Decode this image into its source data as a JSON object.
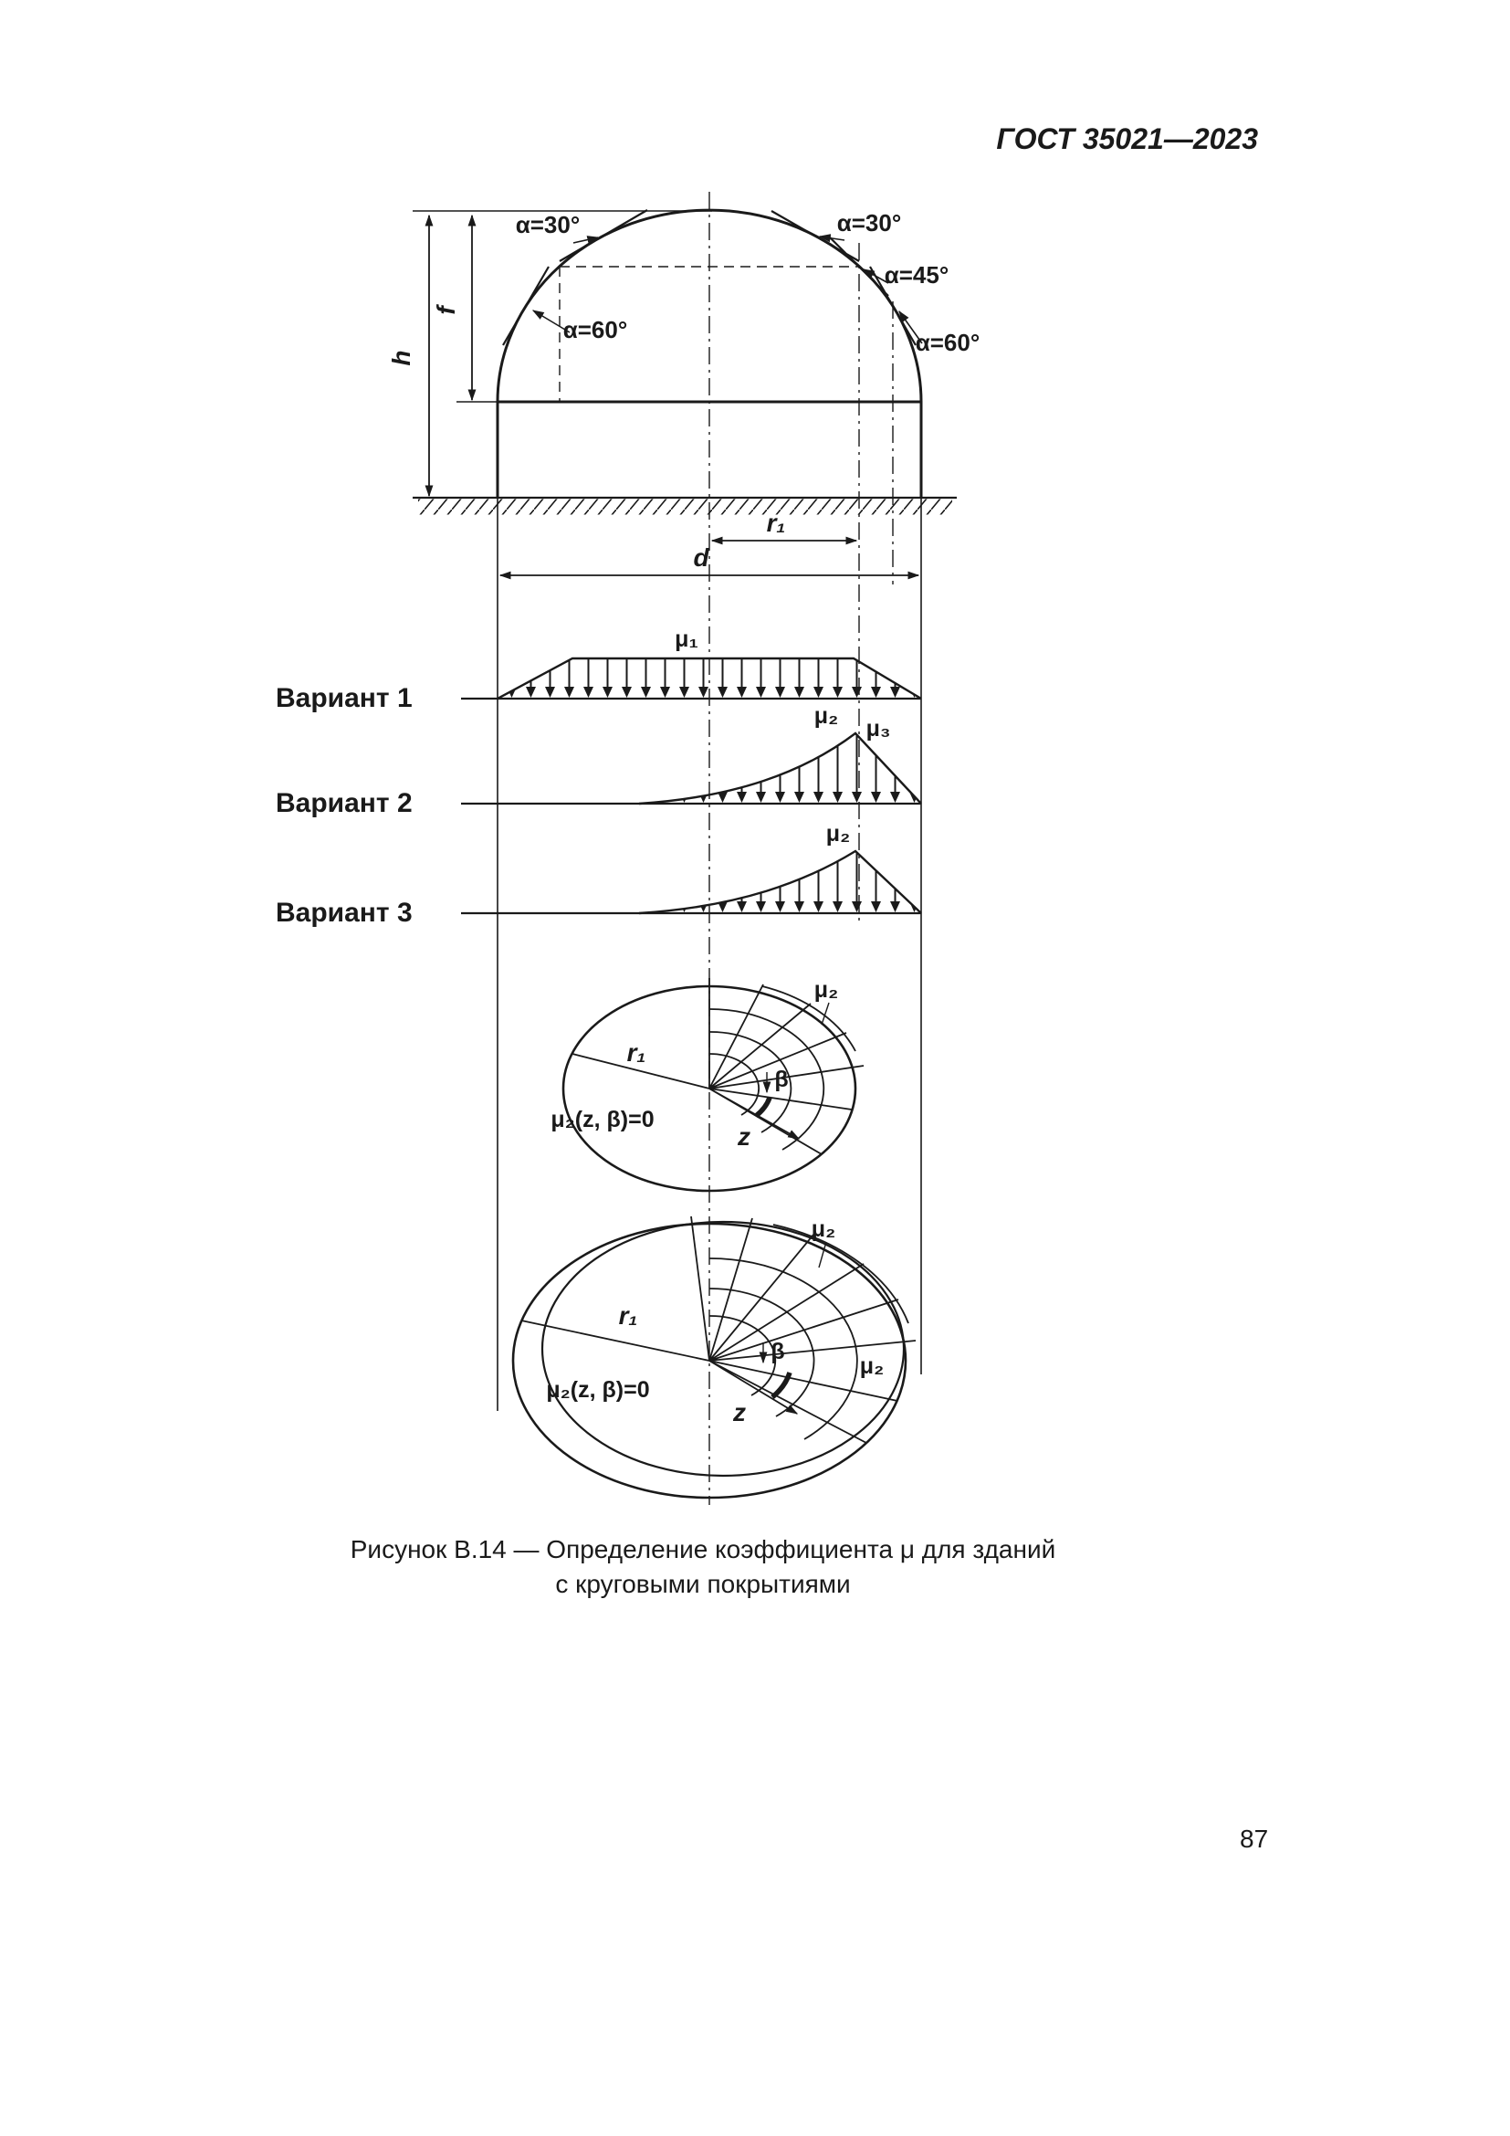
{
  "page": {
    "header": "ГОСТ 35021—2023",
    "page_number": "87"
  },
  "figure": {
    "caption_line1": "Рисунок В.14 — Определение коэффициента μ для зданий",
    "caption_line2": "с круговыми покрытиями",
    "angles": {
      "left30": "α=30°",
      "right30": "α=30°",
      "right45": "α=45°",
      "left60": "α=60°",
      "right60": "α=60°"
    },
    "dimensions": {
      "h": "h",
      "f": "f",
      "r1": "r₁",
      "d": "d"
    },
    "variants": {
      "v1": "Вариант 1",
      "v2": "Вариант 2",
      "v3": "Вариант 3"
    },
    "coefficients": {
      "mu1": "μ₁",
      "mu2": "μ₂",
      "mu3": "μ₃",
      "mu2_zero": "μ₂(z, β)=0"
    },
    "plan": {
      "beta": "β",
      "z": "z"
    }
  }
}
